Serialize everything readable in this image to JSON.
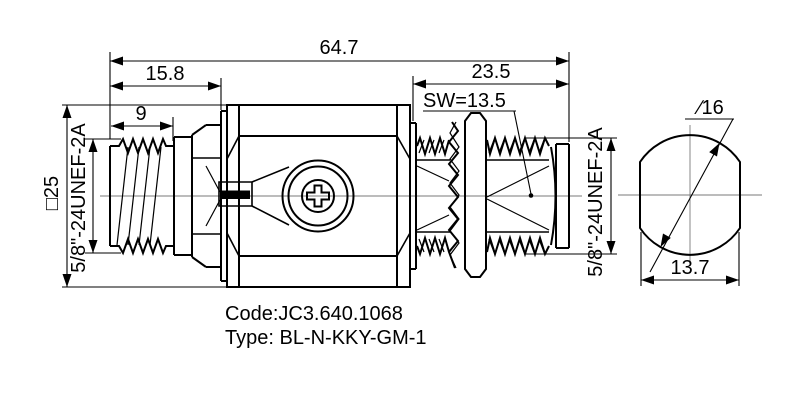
{
  "drawing": {
    "kind": "RF coaxial adapter technical drawing",
    "colors": {
      "line": "#000000",
      "background": "#ffffff"
    },
    "dimensions": {
      "overall_length": "64.7",
      "left_section_length": "15.8",
      "right_section_length": "23.5",
      "left_thread_length": "9",
      "wrench_size": "SW=13.5",
      "body_size": "□25",
      "left_thread_spec": "5/8\"-24UNEF-2A",
      "right_thread_spec": "5/8\"-24UNEF-2A",
      "end_view_diameter": "∕16",
      "end_view_flat_width": "13.7"
    },
    "notes": {
      "code": "Code:JC3.640.1068",
      "type": "Type: BL-N-KKY-GM-1"
    }
  }
}
